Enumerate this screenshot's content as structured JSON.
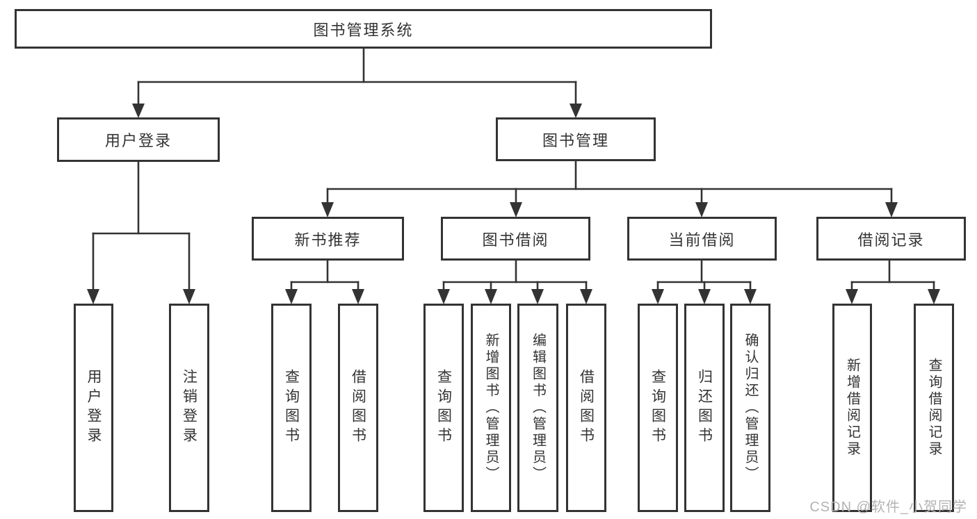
{
  "tree": {
    "label": "图书管理系统",
    "children": [
      {
        "label": "用户登录",
        "children": [
          {
            "label": "用户登录"
          },
          {
            "label": "注销登录"
          }
        ]
      },
      {
        "label": "图书管理",
        "children": [
          {
            "label": "新书推荐",
            "children": [
              {
                "label": "查询图书"
              },
              {
                "label": "借阅图书"
              }
            ]
          },
          {
            "label": "图书借阅",
            "children": [
              {
                "label": "查询图书"
              },
              {
                "label": "新增图书（管理员）"
              },
              {
                "label": "编辑图书（管理员）"
              },
              {
                "label": "借阅图书"
              }
            ]
          },
          {
            "label": "当前借阅",
            "children": [
              {
                "label": "查询图书"
              },
              {
                "label": "归还图书"
              },
              {
                "label": "确认归还（管理员）"
              }
            ]
          },
          {
            "label": "借阅记录",
            "children": [
              {
                "label": "新增借阅记录"
              },
              {
                "label": "查询借阅记录"
              }
            ]
          }
        ]
      }
    ]
  },
  "watermark": "CSDN @软件_小贺同学",
  "colors": {
    "line": "#333333",
    "text": "#333333",
    "watermark": "#b3b3b3",
    "background": "#ffffff"
  }
}
